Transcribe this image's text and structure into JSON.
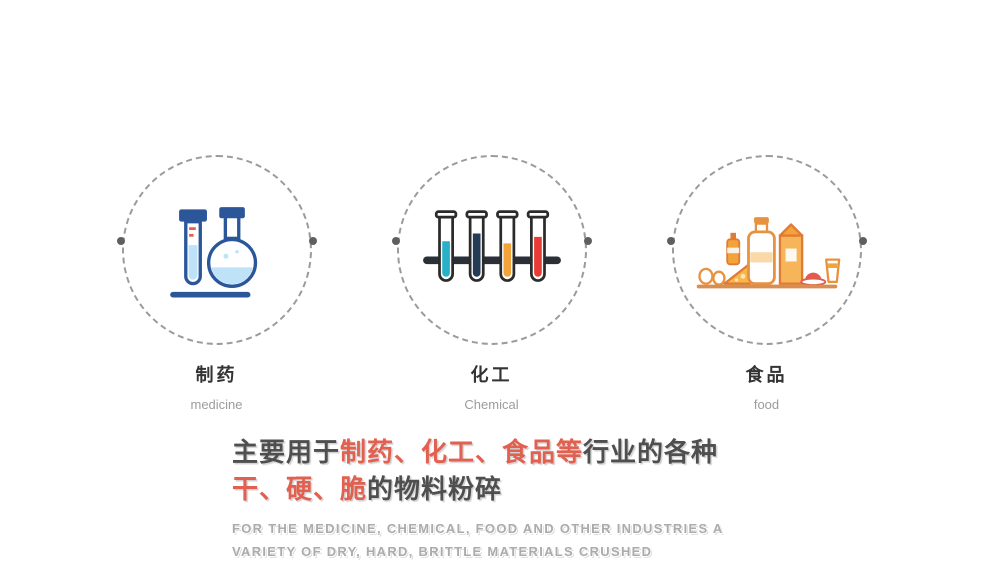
{
  "industries": [
    {
      "title_zh": "制药",
      "title_en": "medicine",
      "icon": "medicine-flasks-icon"
    },
    {
      "title_zh": "化工",
      "title_en": "Chemical",
      "icon": "chemical-test-tubes-icon"
    },
    {
      "title_zh": "食品",
      "title_en": "food",
      "icon": "food-items-icon"
    }
  ],
  "caption": {
    "zh_line1_prefix": "主要用于",
    "zh_line1_highlight": "制药、化工、食品等",
    "zh_line1_suffix": "行业的各种",
    "zh_line2_highlight": "干、硬、脆",
    "zh_line2_suffix": "的物料粉碎",
    "en_line1": "FOR THE MEDICINE, CHEMICAL, FOOD AND OTHER INDUSTRIES A",
    "en_line2": "VARIETY OF DRY, HARD, BRITTLE MATERIALS CRUSHED"
  },
  "colors": {
    "accent_red": "#E2604F",
    "title_dark": "#333333",
    "subtitle_gray": "#9C9C9C",
    "caption_dark": "#4F4F4F",
    "caption_en_gray": "#ABABAB",
    "circle_dash_gray": "#9B9B9B",
    "connector_dot_gray": "#5F5F5F",
    "medicine_blue": "#2B579A",
    "medicine_liquid_blue": "#BEE3F8",
    "chem_teal": "#29B0C7",
    "chem_navy": "#243B55",
    "chem_orange": "#F2A43A",
    "chem_red": "#E63C35",
    "food_orange": "#F2A43A",
    "food_outline_orange": "#E07B35",
    "food_red": "#E35B4F"
  }
}
